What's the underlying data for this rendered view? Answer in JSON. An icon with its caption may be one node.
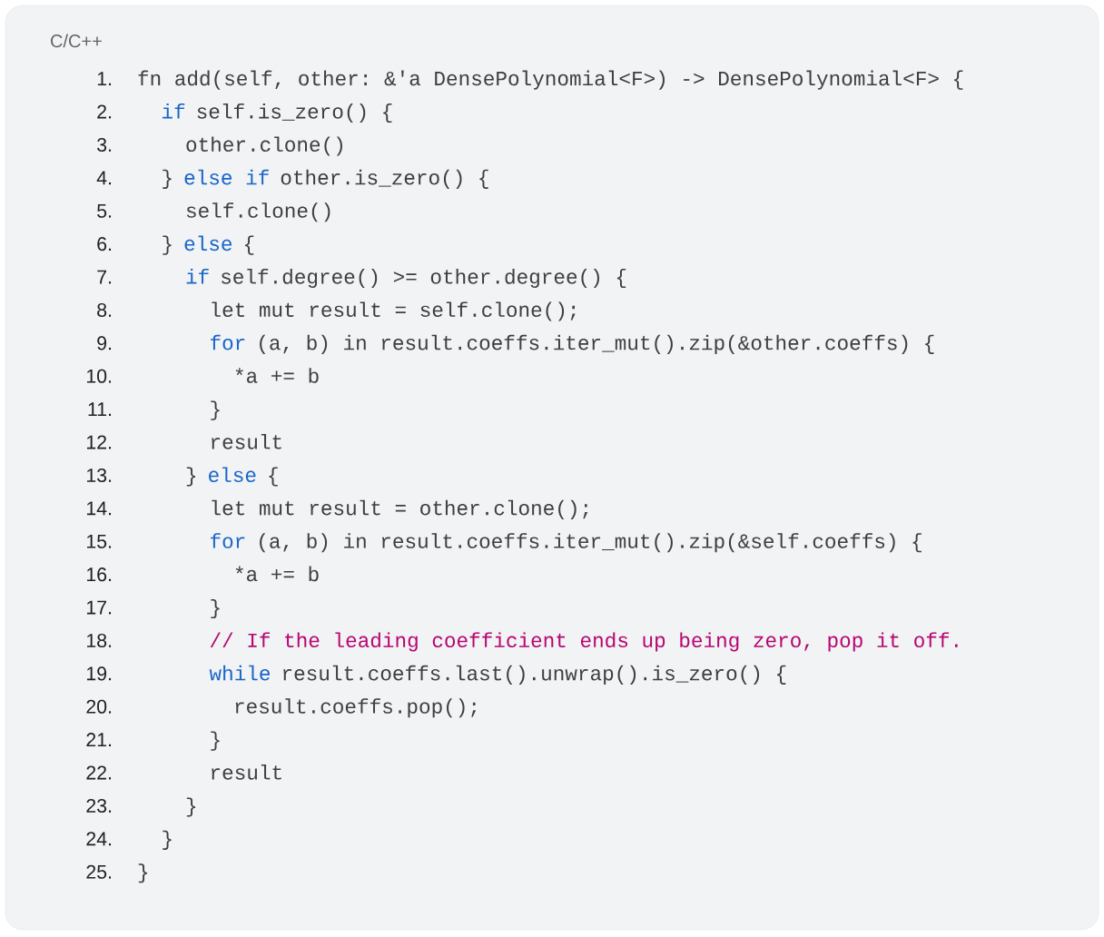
{
  "diagram": {
    "labels": [
      "C/C++",
      "1.",
      "fn add(self, other: &'a DensePolynomial<F>) -> DensePolynomial<F> {",
      "2.",
      "if",
      "self.is_zero() {",
      "3.",
      "other.clone()",
      "4.",
      "}",
      "else if",
      "other.is_zero() {",
      "5.",
      "self.clone()",
      "6.",
      "}",
      "else",
      "{",
      "7.",
      "if",
      "self.degree() >= other.degree() {",
      "8.",
      "let mut result = self.clone();",
      "9.",
      "for",
      "(a, b) in result.coeffs.iter_mut().zip(&other.coeffs) {",
      "10.",
      "*a += b",
      "11.",
      "}",
      "12.",
      "result",
      "13.",
      "}",
      "else",
      "{",
      "14.",
      "let mut result = other.clone();",
      "15.",
      "for",
      "(a, b) in result.coeffs.iter_mut().zip(&self.coeffs) {",
      "16.",
      "*a += b",
      "17.",
      "}",
      "18.",
      "// If the leading coefficient ends up being zero, pop it off.",
      "19.",
      "while",
      "result.coeffs.last().unwrap().is_zero() {",
      "20.",
      "result.coeffs.pop();",
      "21.",
      "}",
      "22.",
      "result",
      "23.",
      "}",
      "24.",
      "}",
      "25.",
      "}"
    ]
  }
}
